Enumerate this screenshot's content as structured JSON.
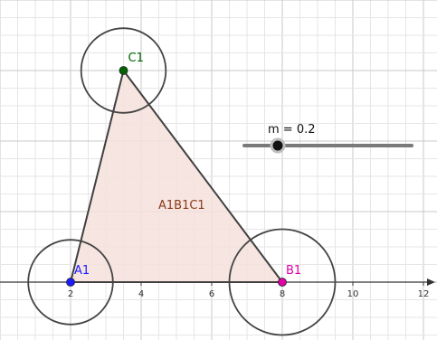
{
  "axis": {
    "x_tick_labels": [
      "2",
      "4",
      "6",
      "8",
      "10",
      "12"
    ]
  },
  "points": {
    "A1": {
      "label": "A1",
      "color": "#1a1aff",
      "x": 2,
      "y": 0
    },
    "B1": {
      "label": "B1",
      "color": "#e000a8",
      "x": 8,
      "y": 0
    },
    "C1": {
      "label": "C1",
      "color": "#006400",
      "x": 3.5,
      "y": 6
    }
  },
  "polygon": {
    "label": "A1B1C1",
    "label_color": "#8b3a1a",
    "fill_color": "#f4e1da",
    "stroke_color": "#404040"
  },
  "circles": [
    {
      "center": "A1",
      "radius": 1.2
    },
    {
      "center": "B1",
      "radius": 1.5
    },
    {
      "center": "C1",
      "radius": 1.2
    }
  ],
  "slider": {
    "label": "m = 0.2",
    "name": "m",
    "value": 0.2,
    "min": 0,
    "max": 5
  }
}
